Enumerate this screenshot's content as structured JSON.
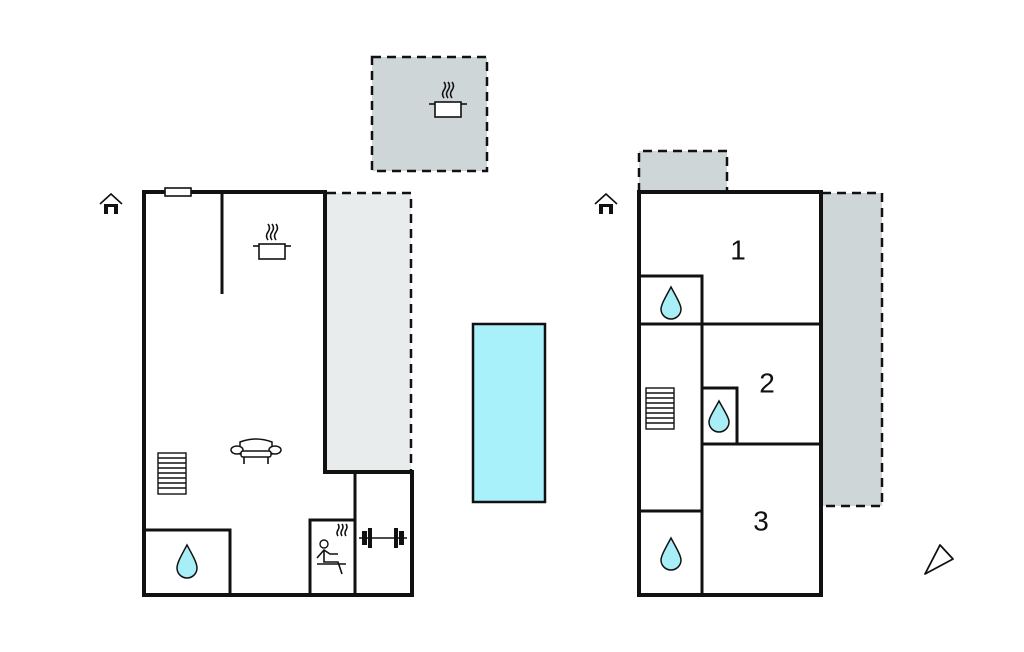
{
  "colors": {
    "wall": "#111111",
    "terrace_dark": "#cfd6d8",
    "terrace_light": "#e8ecec",
    "pool": "#a8f0fa",
    "water_drop": "#a8eef7"
  },
  "upper_floor": {
    "rooms": [
      {
        "label": "1"
      },
      {
        "label": "2"
      },
      {
        "label": "3"
      }
    ]
  },
  "icons": [
    "house-entrance-icon",
    "kitchen-pot-icon",
    "sofa-icon",
    "stairs-icon",
    "water-drop-icon",
    "sauna-icon",
    "dumbbell-icon",
    "compass-north-icon"
  ]
}
